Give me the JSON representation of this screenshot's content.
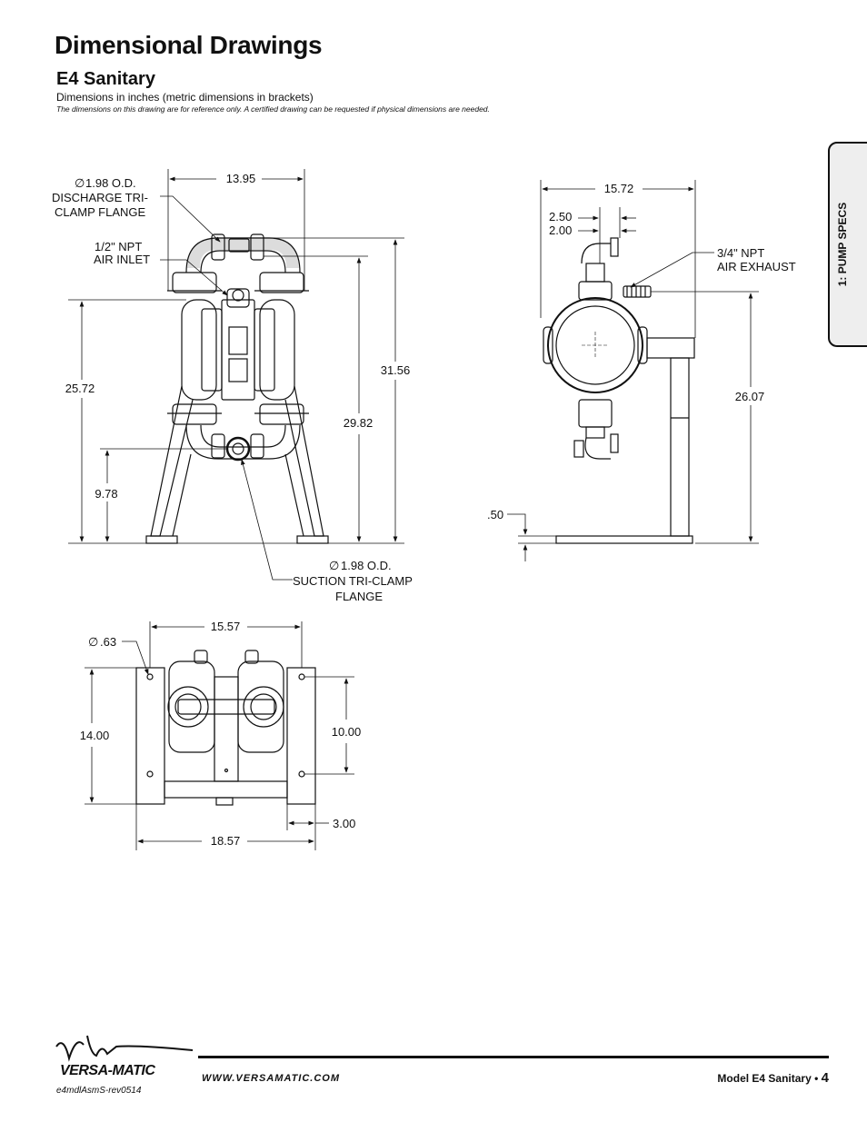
{
  "header": {
    "title": "Dimensional Drawings",
    "subtitle": "E4 Sanitary",
    "units_note": "Dimensions in inches (metric dimensions in brackets)",
    "disclaimer": "The dimensions on this drawing are for reference only.  A certified drawing can be requested if physical dimensions are needed."
  },
  "side_tab": {
    "label": "1: PUMP SPECS"
  },
  "front_view": {
    "width": "13.95",
    "discharge_callout": [
      "1.98 O.D.",
      "DISCHARGE TRI-",
      "CLAMP FLANGE"
    ],
    "air_inlet_callout": [
      "1/2\" NPT",
      "AIR INLET"
    ],
    "height_overall": "31.56",
    "height_discharge": "29.82",
    "height_air_inlet": "25.72",
    "height_suction": "9.78",
    "suction_callout": [
      "1.98 O.D.",
      "SUCTION TRI-CLAMP",
      "FLANGE"
    ]
  },
  "side_view": {
    "width": "15.72",
    "offset_a": "2.50",
    "offset_b": "2.00",
    "exhaust_callout": [
      "3/4\" NPT",
      "AIR EXHAUST"
    ],
    "height_exhaust": "26.07",
    "base_thickness": ".50"
  },
  "top_view": {
    "hole_dia": ".63",
    "hole_spacing_x": "15.57",
    "base_depth": "14.00",
    "hole_spacing_y": "10.00",
    "foot_width": "3.00",
    "base_width": "18.57"
  },
  "footer": {
    "brand": "VERSA-MATIC",
    "url": "WWW.VERSAMATIC.COM",
    "model": "Model E4 Sanitary •",
    "page": "4",
    "revision": "e4mdlAsmS-rev0514"
  }
}
